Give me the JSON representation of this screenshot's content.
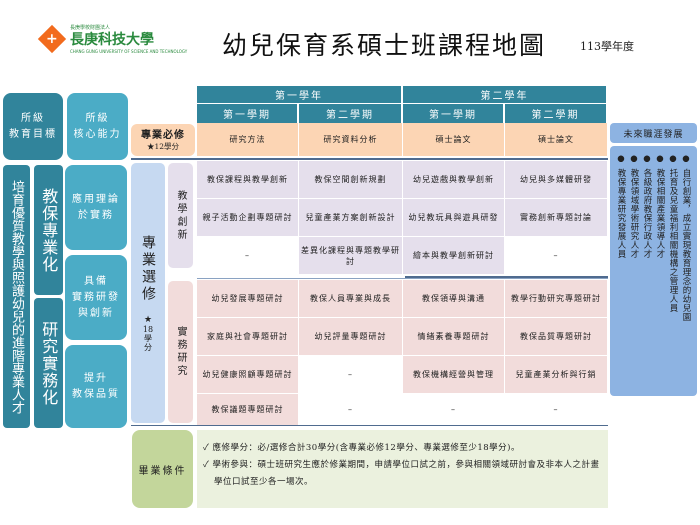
{
  "logo": {
    "small": "長庚學校財團法人",
    "name": "長庚科技大學",
    "english": "CHANG GUNG UNIVERSITY OF SCIENCE AND TECHNOLOGY"
  },
  "header": {
    "title": "幼兒保育系碩士班課程地圖",
    "academic_year": "113學年度"
  },
  "left": {
    "goals_header": "所級\n教育目標",
    "abilities_header": "所級\n核心能力",
    "goal_main": "培育優質教學與照護幼兒的進階專業人才",
    "goal_a": "教保專業化",
    "goal_b": "研究實務化",
    "abilities": [
      "應用理論\n於實務",
      "具備\n實務研發\n與創新",
      "提升\n教保品質"
    ]
  },
  "grid": {
    "years": [
      "第一學年",
      "第二學年"
    ],
    "semesters": [
      "第一學期",
      "第二學期",
      "第一學期",
      "第二學期"
    ],
    "required": {
      "label": "專業必修",
      "credits": "★12學分",
      "courses": [
        "研究方法",
        "研究資料分析",
        "碩士論文",
        "碩士論文"
      ]
    },
    "elective": {
      "label": "專業選修",
      "credits_star": "★",
      "credits_num": "18",
      "credits_unit": "學分"
    },
    "innovation": {
      "label": "教學創新",
      "rows": [
        [
          "教保課程與教學創新",
          "教保空間創新規劃",
          "幼兒遊戲與教學創新",
          "幼兒與多媒體研發"
        ],
        [
          "親子活動企劃專題研討",
          "兒童產業方案創新設計",
          "幼兒教玩具與遊具研發",
          "實務創新專題討論"
        ],
        [
          "–",
          "差異化課程與專題教學研討",
          "繪本與教學創新研討",
          "–"
        ]
      ]
    },
    "practice": {
      "label": "實務研究",
      "rows": [
        [
          "幼兒發展專題研討",
          "教保人員專業與成長",
          "教保領導與溝通",
          "教學行動研究專題研討"
        ],
        [
          "家庭與社會專題研討",
          "幼兒評量專題研討",
          "情緒素養專題研討",
          "教保品質專題研討"
        ],
        [
          "幼兒健康照顧專題研討",
          "–",
          "教保機構經營與管理",
          "兒童產業分析與行銷"
        ],
        [
          "教保議題專題研討",
          "–",
          "–",
          "–"
        ]
      ]
    }
  },
  "career": {
    "title": "未來職涯發展",
    "items": [
      "自行創業，成立實現教育理念的幼兒園",
      "托育及兒童福利相關機構之管理人員",
      "教保相關產業領導人才",
      "各級政府教保行政人才",
      "教保領域學術研究人才",
      "教保專業研究發展人員"
    ]
  },
  "graduation": {
    "label": "畢業條件",
    "items": [
      "應修學分：必/選修合計30學分(含專業必修12學分、專業選修至少18學分)。",
      "學術參與：碩士班研究生應於修業期間，申請學位口試之前，參與相關領域研討會及非本人之計畫學位口試至少各一場次。"
    ]
  },
  "colors": {
    "dark_teal": "#31849b",
    "teal": "#4bacc6",
    "required": "#fcd5b4",
    "innovation": "#e5dfec",
    "practice": "#f2dcdb",
    "elective": "#c6d9f1",
    "career": "#8db3e2",
    "grad_label": "#c3d69b",
    "grad_bg": "#ebf1de"
  }
}
